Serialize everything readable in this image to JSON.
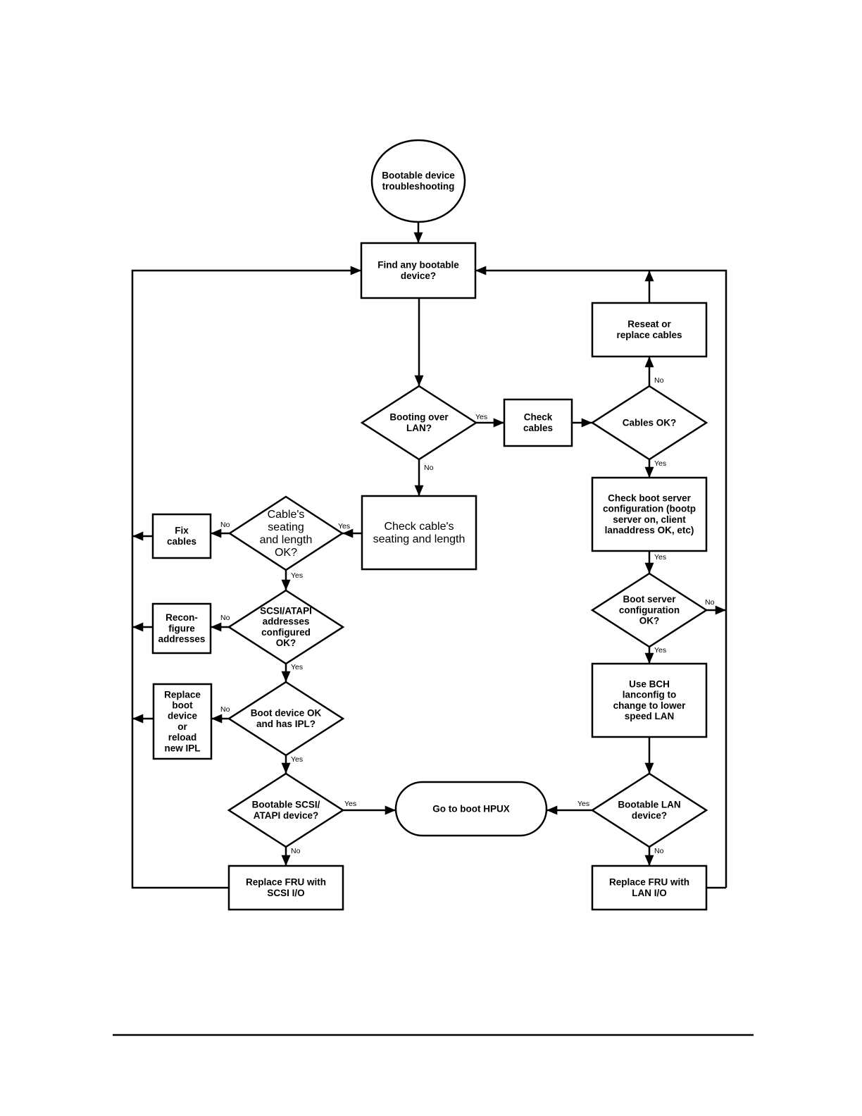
{
  "diagram": {
    "title": "Bootable device troubleshooting flowchart",
    "nodes": {
      "start": {
        "type": "circle",
        "lines": [
          "Bootable device",
          "troubleshooting"
        ]
      },
      "find": {
        "type": "rect",
        "lines": [
          "Find any bootable",
          "device?"
        ]
      },
      "booting_lan": {
        "type": "diamond",
        "lines": [
          "Booting over",
          "LAN?"
        ]
      },
      "check_cables": {
        "type": "rect",
        "lines": [
          "Check",
          "cables"
        ]
      },
      "cables_ok": {
        "type": "diamond",
        "lines": [
          "Cables OK?"
        ]
      },
      "reseat": {
        "type": "rect",
        "lines": [
          "Reseat or",
          "replace cables"
        ]
      },
      "check_boot_server": {
        "type": "rect",
        "lines": [
          "Check boot server",
          "configuration (bootp",
          "server on, client",
          "lanaddress OK, etc)"
        ]
      },
      "boot_server_ok": {
        "type": "diamond",
        "lines": [
          "Boot server",
          "configuration",
          "OK?"
        ]
      },
      "use_bch": {
        "type": "rect",
        "lines": [
          "Use BCH",
          "lanconfig to",
          "change to lower",
          "speed LAN"
        ]
      },
      "bootable_lan": {
        "type": "diamond",
        "lines": [
          "Bootable LAN",
          "device?"
        ]
      },
      "replace_lan": {
        "type": "rect",
        "lines": [
          "Replace FRU with",
          "LAN I/O"
        ]
      },
      "check_seating": {
        "type": "rect",
        "plain": true,
        "lines": [
          "Check cable's",
          "seating and length"
        ]
      },
      "seating_ok": {
        "type": "diamond",
        "plain": true,
        "lines": [
          "Cable's",
          "seating",
          "and length",
          "OK?"
        ]
      },
      "fix_cables": {
        "type": "rect",
        "lines": [
          "Fix",
          "cables"
        ]
      },
      "scsi_addr": {
        "type": "diamond",
        "lines": [
          "SCSI/ATAPI",
          "addresses",
          "configured",
          "OK?"
        ]
      },
      "reconfigure": {
        "type": "rect",
        "lines": [
          "Recon-",
          "figure",
          "addresses"
        ]
      },
      "boot_dev_ok": {
        "type": "diamond",
        "lines": [
          "Boot device OK",
          "and has IPL?"
        ]
      },
      "replace_boot": {
        "type": "rect",
        "lines": [
          "Replace",
          "boot",
          "device",
          "or",
          "reload",
          "new IPL"
        ]
      },
      "bootable_scsi": {
        "type": "diamond",
        "lines": [
          "Bootable SCSI/",
          "ATAPI device?"
        ]
      },
      "replace_scsi": {
        "type": "rect",
        "lines": [
          "Replace FRU with",
          "SCSI I/O"
        ]
      },
      "goto_hpux": {
        "type": "terminal",
        "lines": [
          "Go to boot HPUX"
        ]
      }
    },
    "edges": [
      {
        "from": "start",
        "to": "find",
        "label": ""
      },
      {
        "from": "find",
        "to": "booting_lan",
        "label": ""
      },
      {
        "from": "booting_lan",
        "to": "check_cables",
        "label": "Yes"
      },
      {
        "from": "booting_lan",
        "to": "check_seating",
        "label": "No"
      },
      {
        "from": "check_cables",
        "to": "cables_ok",
        "label": ""
      },
      {
        "from": "cables_ok",
        "to": "reseat",
        "label": "No"
      },
      {
        "from": "reseat",
        "to": "find",
        "label": ""
      },
      {
        "from": "cables_ok",
        "to": "check_boot_server",
        "label": "Yes"
      },
      {
        "from": "check_boot_server",
        "to": "boot_server_ok",
        "label": "Yes"
      },
      {
        "from": "boot_server_ok",
        "to": "find",
        "label": "No"
      },
      {
        "from": "boot_server_ok",
        "to": "use_bch",
        "label": "Yes"
      },
      {
        "from": "use_bch",
        "to": "bootable_lan",
        "label": ""
      },
      {
        "from": "bootable_lan",
        "to": "goto_hpux",
        "label": "Yes"
      },
      {
        "from": "bootable_lan",
        "to": "replace_lan",
        "label": "No"
      },
      {
        "from": "replace_lan",
        "to": "find",
        "label": ""
      },
      {
        "from": "check_seating",
        "to": "seating_ok",
        "label": "Yes"
      },
      {
        "from": "seating_ok",
        "to": "fix_cables",
        "label": "No"
      },
      {
        "from": "seating_ok",
        "to": "scsi_addr",
        "label": "Yes"
      },
      {
        "from": "fix_cables",
        "to": "find",
        "label": ""
      },
      {
        "from": "scsi_addr",
        "to": "reconfigure",
        "label": "No"
      },
      {
        "from": "scsi_addr",
        "to": "boot_dev_ok",
        "label": "Yes"
      },
      {
        "from": "reconfigure",
        "to": "find",
        "label": ""
      },
      {
        "from": "boot_dev_ok",
        "to": "replace_boot",
        "label": "No"
      },
      {
        "from": "boot_dev_ok",
        "to": "bootable_scsi",
        "label": "Yes"
      },
      {
        "from": "replace_boot",
        "to": "find",
        "label": ""
      },
      {
        "from": "bootable_scsi",
        "to": "goto_hpux",
        "label": "Yes"
      },
      {
        "from": "bootable_scsi",
        "to": "replace_scsi",
        "label": "No"
      },
      {
        "from": "replace_scsi",
        "to": "find",
        "label": ""
      }
    ]
  }
}
